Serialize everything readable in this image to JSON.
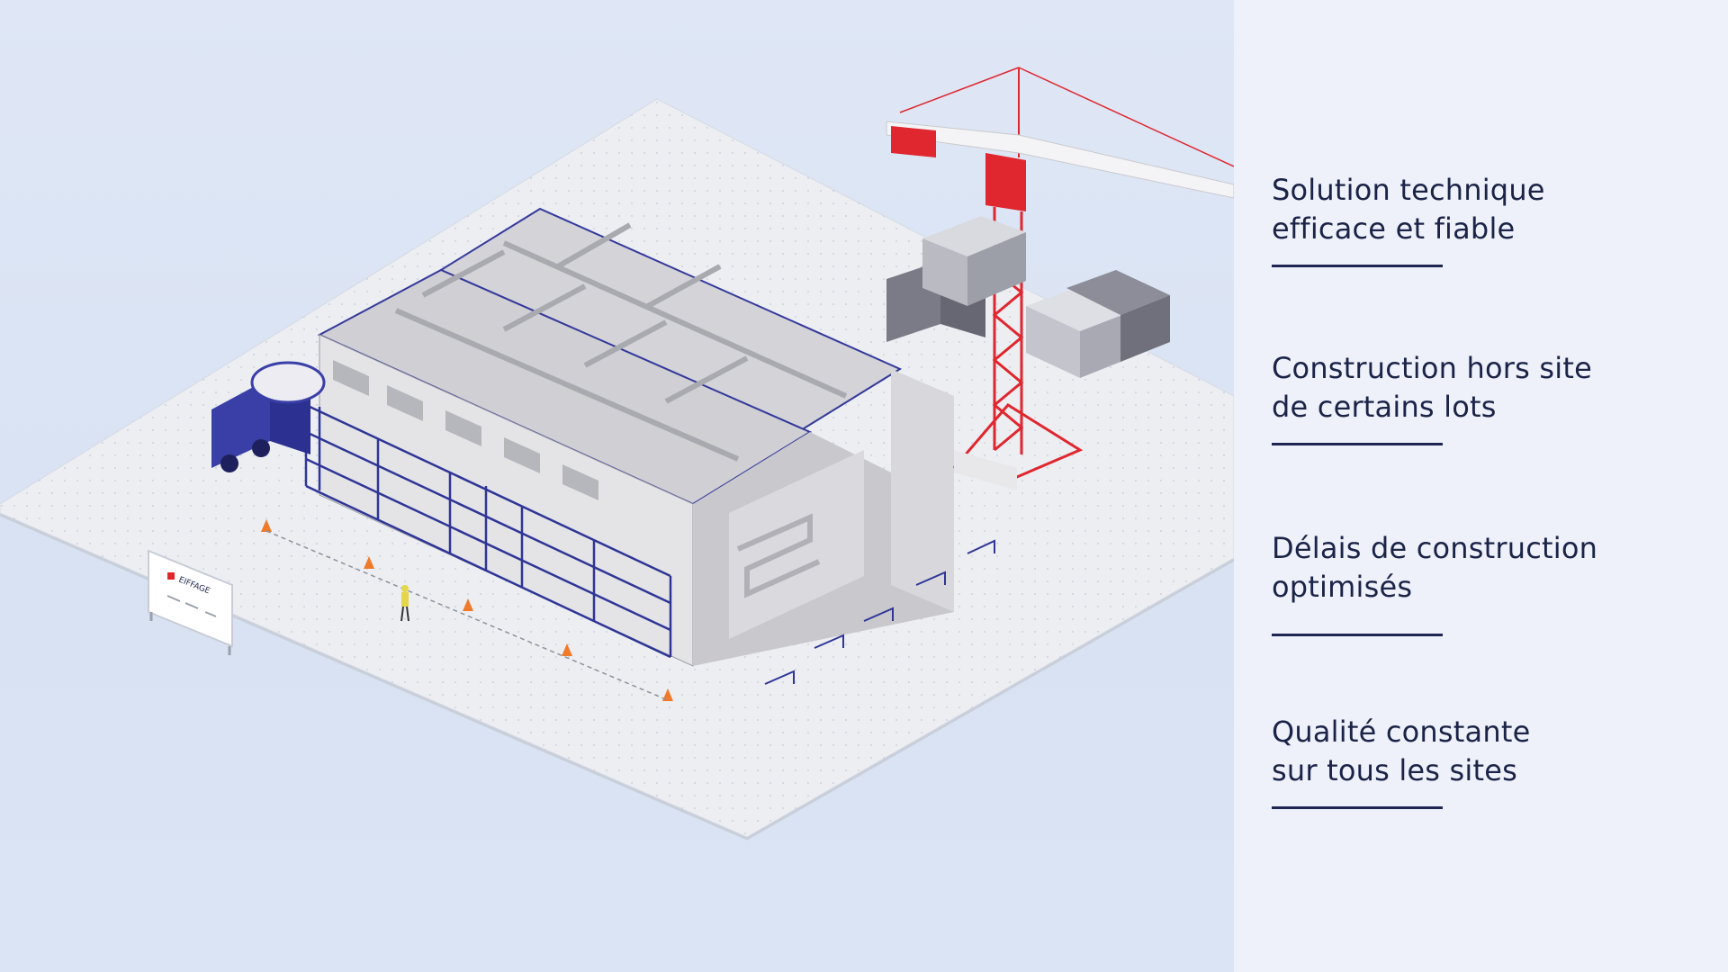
{
  "scene": {
    "sign_text": "EIFFAGE",
    "colors": {
      "accent_red": "#e0262e",
      "scaffold_blue": "#2f3596",
      "truck_blue": "#3a3fa8",
      "concrete": "#e6e6e8",
      "wall_shadow": "#bcbcc2",
      "cone": "#f07a2a"
    }
  },
  "features": [
    {
      "line1": "Solution technique",
      "line2": "efficace et fiable"
    },
    {
      "line1": "Construction hors site",
      "line2": "de certains lots"
    },
    {
      "line1": "Délais de construction",
      "line2": "optimisés"
    },
    {
      "line1": "Qualité constante",
      "line2": "sur tous les sites"
    }
  ],
  "colors": {
    "panel_bg": "#eef1fa",
    "text": "#1b2347",
    "rule": "#1d2550"
  }
}
